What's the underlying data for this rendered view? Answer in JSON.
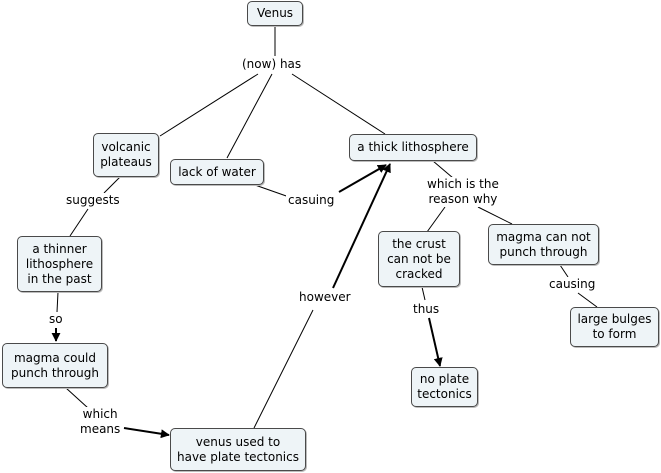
{
  "nodes": {
    "venus": "Venus",
    "volcanic_plateaus": "volcanic\nplateaus",
    "lack_of_water": "lack of water",
    "thick_lithosphere": "a thick lithosphere",
    "thinner_lithosphere": "a thinner\nlithosphere\nin the past",
    "magma_could": "magma could\npunch through",
    "venus_plate_tectonics": "venus used to\nhave plate tectonics",
    "crust_not_cracked": "the crust\ncan not be\ncracked",
    "magma_can_not": "magma can not\npunch through",
    "large_bulges": "large bulges\nto form",
    "no_plate_tectonics": "no plate\ntectonics"
  },
  "links": {
    "now_has": "(now) has",
    "suggests": "suggests",
    "casuing": "casuing",
    "which_is_the_reason_why": "which is the\nreason why",
    "so": "so",
    "however": "however",
    "thus": "thus",
    "causing": "causing",
    "which_means": "which\nmeans"
  },
  "colors": {
    "node_fill": "#eef4f7",
    "node_border": "#4a4a4a",
    "line": "#000000"
  }
}
